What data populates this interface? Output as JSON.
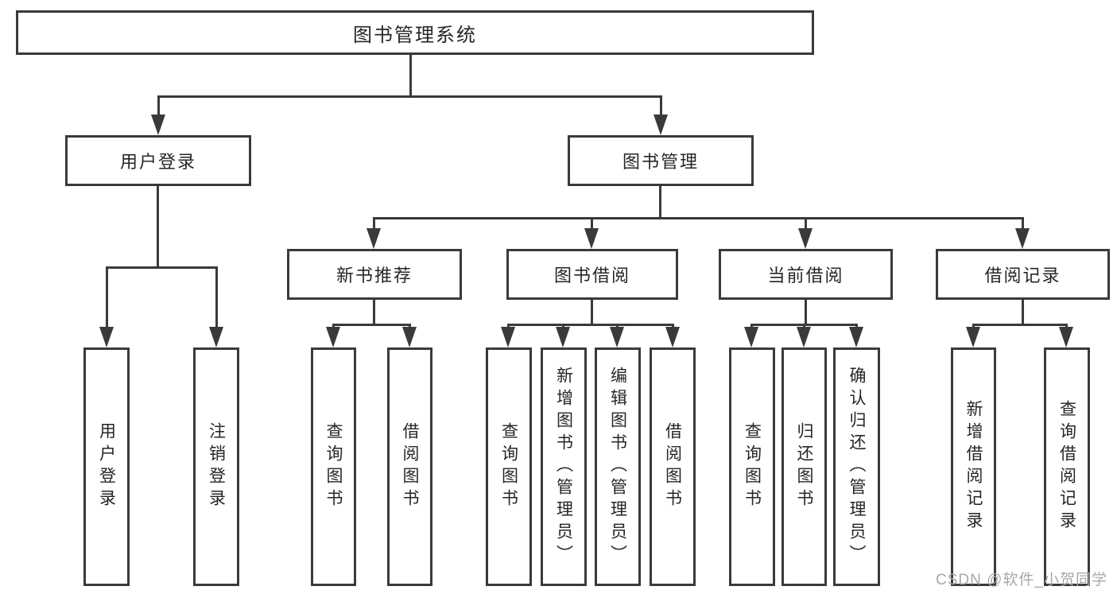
{
  "tree": {
    "label": "图书管理系统",
    "children": [
      {
        "label": "用户登录",
        "children": [
          {
            "label": "用户登录"
          },
          {
            "label": "注销登录"
          }
        ]
      },
      {
        "label": "图书管理",
        "children": [
          {
            "label": "新书推荐",
            "children": [
              {
                "label": "查询图书"
              },
              {
                "label": "借阅图书"
              }
            ]
          },
          {
            "label": "图书借阅",
            "children": [
              {
                "label": "查询图书"
              },
              {
                "label": "新增图书（管理员）"
              },
              {
                "label": "编辑图书（管理员）"
              },
              {
                "label": "借阅图书"
              }
            ]
          },
          {
            "label": "当前借阅",
            "children": [
              {
                "label": "查询图书"
              },
              {
                "label": "归还图书"
              },
              {
                "label": "确认归还（管理员）"
              }
            ]
          },
          {
            "label": "借阅记录",
            "children": [
              {
                "label": "新增借阅记录"
              },
              {
                "label": "查询借阅记录"
              }
            ]
          }
        ]
      }
    ]
  },
  "watermark": {
    "text": "CSDN @软件_小贺同学"
  },
  "colors": {
    "line": "#3a3a3a",
    "text": "#262626",
    "watermark": "#a8a8a8",
    "background": "#ffffff"
  }
}
